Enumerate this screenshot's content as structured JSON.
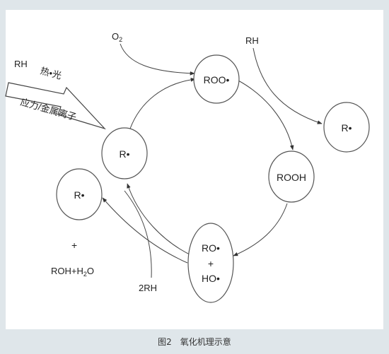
{
  "diagram": {
    "caption": "图2　氧化机理示意",
    "initiation": {
      "reactant": "RH",
      "arrow_top": "热•光",
      "arrow_bottom": "应力/金属离子"
    },
    "nodes": {
      "r_center": "R•",
      "roo": "ROO•",
      "r_right": "R•",
      "rooh": "ROOH",
      "ro": "RO•",
      "plus_mid": "+",
      "ho": "HO•",
      "r_left": "R•"
    },
    "labels": {
      "o2_main": "O",
      "o2_sub": "2",
      "rh_top": "RH",
      "two_rh": "2RH",
      "plus_left": "+",
      "water_main": "ROH+H",
      "water_sub": "2",
      "water_end": "O"
    },
    "colors": {
      "background": "#dfe6ea",
      "panel": "#ffffff",
      "stroke": "#444444"
    }
  }
}
